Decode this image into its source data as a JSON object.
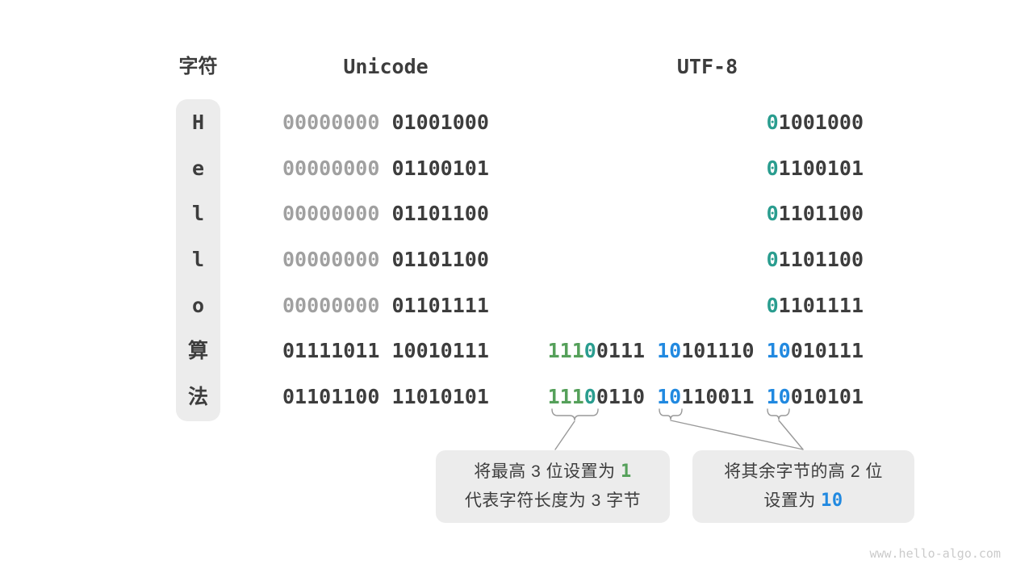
{
  "palette": {
    "dark": "#3d3d3d",
    "gray": "#a0a0a0",
    "teal": "#2a9d8f",
    "green": "#55a05a",
    "blue": "#2189e0",
    "box_bg": "#ececec",
    "line": "#999999",
    "watermark": "#cbcbcb"
  },
  "headers": {
    "char": "字符",
    "unicode": "Unicode",
    "utf8": "UTF-8"
  },
  "rows": [
    {
      "char": "H",
      "unicode": [
        [
          "00000000 ",
          "gray"
        ],
        [
          "01001000",
          "dark"
        ]
      ],
      "utf8": [
        [
          "0",
          "teal"
        ],
        [
          "1001000",
          "dark"
        ]
      ]
    },
    {
      "char": "e",
      "unicode": [
        [
          "00000000 ",
          "gray"
        ],
        [
          "01100101",
          "dark"
        ]
      ],
      "utf8": [
        [
          "0",
          "teal"
        ],
        [
          "1100101",
          "dark"
        ]
      ]
    },
    {
      "char": "l",
      "unicode": [
        [
          "00000000 ",
          "gray"
        ],
        [
          "01101100",
          "dark"
        ]
      ],
      "utf8": [
        [
          "0",
          "teal"
        ],
        [
          "1101100",
          "dark"
        ]
      ]
    },
    {
      "char": "l",
      "unicode": [
        [
          "00000000 ",
          "gray"
        ],
        [
          "01101100",
          "dark"
        ]
      ],
      "utf8": [
        [
          "0",
          "teal"
        ],
        [
          "1101100",
          "dark"
        ]
      ]
    },
    {
      "char": "o",
      "unicode": [
        [
          "00000000 ",
          "gray"
        ],
        [
          "01101111",
          "dark"
        ]
      ],
      "utf8": [
        [
          "0",
          "teal"
        ],
        [
          "1101111",
          "dark"
        ]
      ]
    },
    {
      "char": "算",
      "unicode": [
        [
          "01111011 10010111",
          "dark"
        ]
      ],
      "utf8": [
        [
          "111",
          "green"
        ],
        [
          "0",
          "teal"
        ],
        [
          "0111 ",
          "dark"
        ],
        [
          "10",
          "blue"
        ],
        [
          "101110 ",
          "dark"
        ],
        [
          "10",
          "blue"
        ],
        [
          "010111",
          "dark"
        ]
      ]
    },
    {
      "char": "法",
      "unicode": [
        [
          "01101100 11010101",
          "dark"
        ]
      ],
      "utf8": [
        [
          "111",
          "green"
        ],
        [
          "0",
          "teal"
        ],
        [
          "0110 ",
          "dark"
        ],
        [
          "10",
          "blue"
        ],
        [
          "110011 ",
          "dark"
        ],
        [
          "10",
          "blue"
        ],
        [
          "010101",
          "dark"
        ]
      ]
    }
  ],
  "callouts": [
    {
      "lines": [
        [
          [
            "将最高 3 位设置为 ",
            "dark",
            false
          ],
          [
            "1",
            "green",
            true
          ]
        ],
        [
          [
            "代表字符长度为 3 字节",
            "dark",
            false
          ]
        ]
      ]
    },
    {
      "lines": [
        [
          [
            "将其余字节的高 2 位",
            "dark",
            false
          ]
        ],
        [
          [
            "设置为 ",
            "dark",
            false
          ],
          [
            "10",
            "blue",
            true
          ]
        ]
      ]
    }
  ],
  "watermark": "www.hello-algo.com"
}
